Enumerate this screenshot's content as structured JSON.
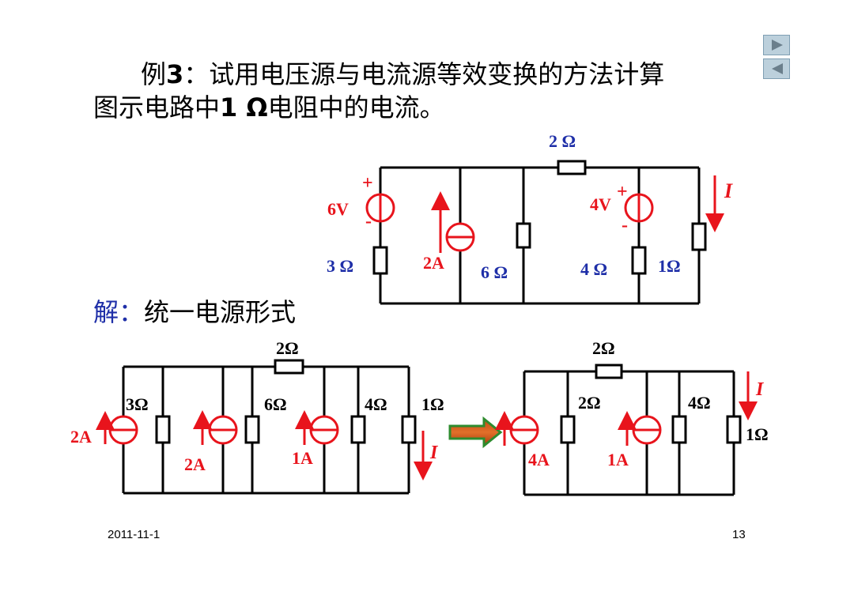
{
  "title": {
    "line1_prefix": "例",
    "line1_num": "3",
    "line1_rest": "：试用电压源与电流源等效变换的方法计算",
    "line2_prefix": "图示电路中",
    "line2_bold": "1 Ω",
    "line2_rest": "电阻中的电流。"
  },
  "solution": {
    "label": "解：",
    "text": "统一电源形式"
  },
  "circuit_top": {
    "r_top": "2 Ω",
    "v1": "6V",
    "v2": "4V",
    "plus": "+",
    "minus": "-",
    "r1": "3 Ω",
    "i_src": "2A",
    "r2": "6 Ω",
    "r3": "4 Ω",
    "r4": "1Ω",
    "current": "I"
  },
  "circuit_left": {
    "r_top": "2Ω",
    "r1": "3Ω",
    "r2": "6Ω",
    "r3": "4Ω",
    "r4": "1Ω",
    "i1": "2A",
    "i2": "2A",
    "i3": "1A",
    "current": "I"
  },
  "circuit_right": {
    "r_top": "2Ω",
    "r1": "2Ω",
    "r2": "4Ω",
    "r3": "1Ω",
    "i1": "4A",
    "i2": "1A",
    "current": "I"
  },
  "footer": {
    "date": "2011-11-1",
    "page": "13"
  },
  "colors": {
    "red": "#e8141c",
    "blue": "#1f2fa8",
    "green": "#2e8b2e"
  }
}
